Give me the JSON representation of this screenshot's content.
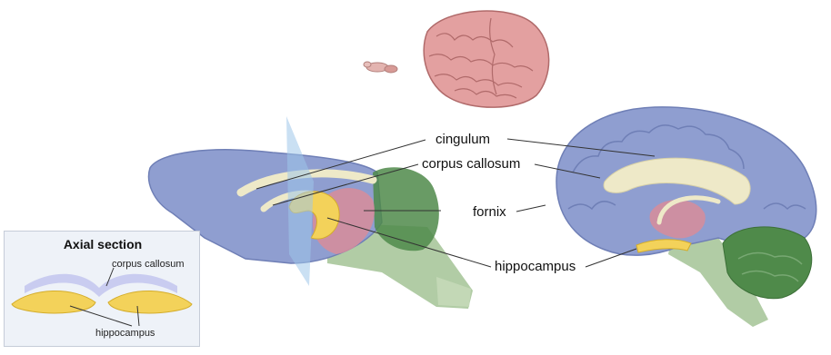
{
  "labels": {
    "cingulum": "cingulum",
    "corpus_callosum": "corpus callosum",
    "fornix": "fornix",
    "hippocampus": "hippocampus"
  },
  "inset": {
    "title": "Axial section",
    "corpus_callosum": "corpus callosum",
    "hippocampus": "hippocampus"
  },
  "colors": {
    "cortex_blue": "#8f9ed0",
    "cortex_blue_dark": "#6f7fb6",
    "white_matter": "#eee9c8",
    "hippocampus_yellow": "#f3d25a",
    "thalamus_pink": "#d48d9c",
    "brainstem_green": "#a9c69b",
    "cerebellum_green": "#4f8a4a",
    "human_brain_pink": "#e3a0a0",
    "section_plane": "#9fc6ea"
  }
}
